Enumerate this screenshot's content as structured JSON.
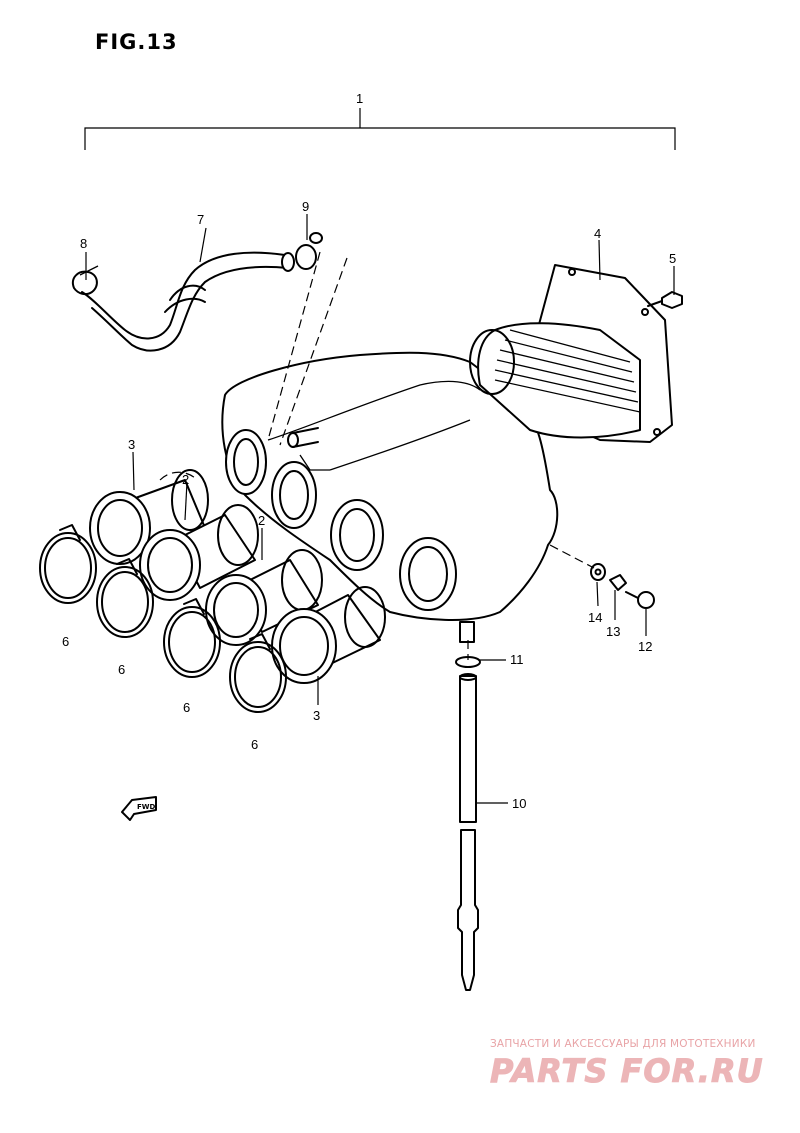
{
  "figure": {
    "title": "FIG.13"
  },
  "callouts": [
    {
      "id": "c1",
      "label": "1"
    },
    {
      "id": "c2a",
      "label": "2"
    },
    {
      "id": "c2b",
      "label": "2"
    },
    {
      "id": "c3a",
      "label": "3"
    },
    {
      "id": "c3b",
      "label": "3"
    },
    {
      "id": "c4",
      "label": "4"
    },
    {
      "id": "c5",
      "label": "5"
    },
    {
      "id": "c6a",
      "label": "6"
    },
    {
      "id": "c6b",
      "label": "6"
    },
    {
      "id": "c6c",
      "label": "6"
    },
    {
      "id": "c6d",
      "label": "6"
    },
    {
      "id": "c7",
      "label": "7"
    },
    {
      "id": "c8",
      "label": "8"
    },
    {
      "id": "c9",
      "label": "9"
    },
    {
      "id": "c10",
      "label": "10"
    },
    {
      "id": "c11",
      "label": "11"
    },
    {
      "id": "c12",
      "label": "12"
    },
    {
      "id": "c13",
      "label": "13"
    },
    {
      "id": "c14",
      "label": "14"
    }
  ],
  "direction_marker": {
    "label": "FWD"
  },
  "watermark": {
    "tagline": "ЗАПЧАСТИ И АКСЕССУАРЫ ДЛЯ МОТОТЕХНИКИ",
    "brand": "PARTS FOR.RU",
    "color": "#e8a3a6"
  }
}
